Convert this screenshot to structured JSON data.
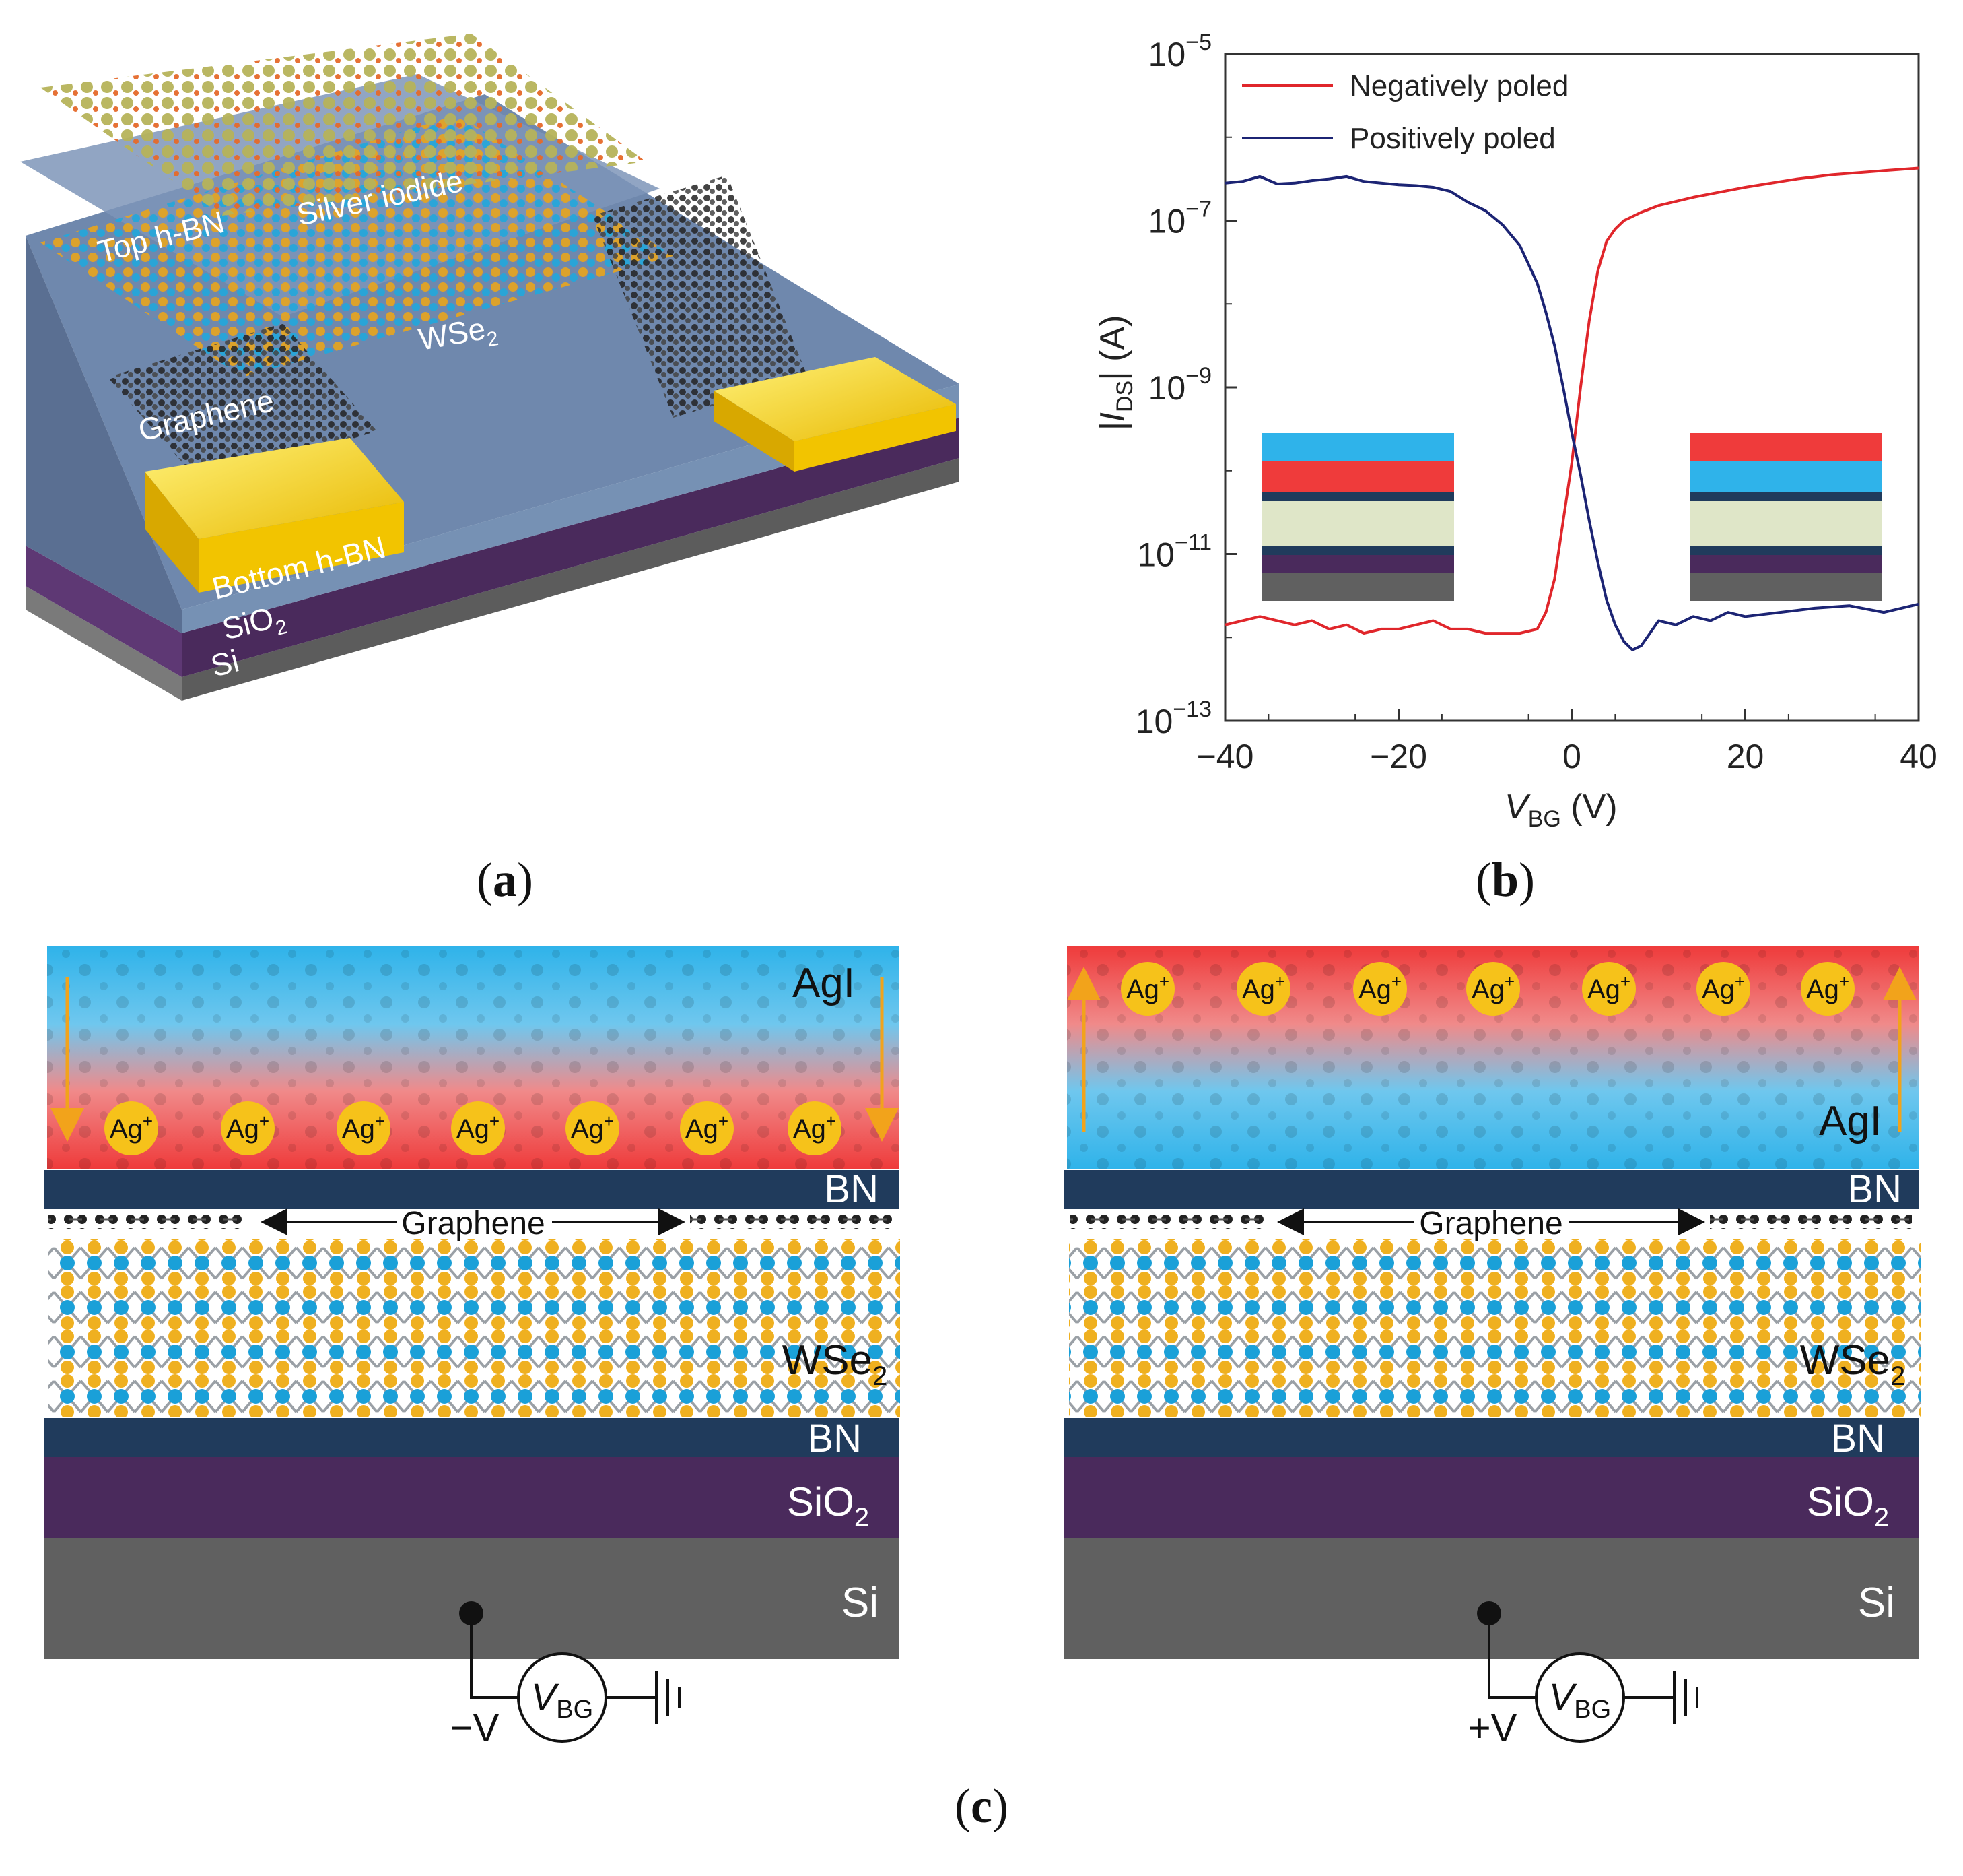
{
  "panel_a": {
    "layers": {
      "top_hbn": "Top h-BN",
      "silver_iodide": "Silver iodide",
      "wse2": "WSe",
      "wse2_sub": "2",
      "graphene": "Graphene",
      "bottom_hbn": "Bottom h-BN",
      "sio2": "SiO",
      "sio2_sub": "2",
      "si": "Si"
    },
    "caption": {
      "open": "(",
      "letter": "a",
      "close": ")"
    }
  },
  "panel_b": {
    "caption": {
      "open": "(",
      "letter": "b",
      "close": ")"
    },
    "chart_data": {
      "type": "line",
      "xlabel": "V",
      "xlabel_sub": "BG",
      "xlabel_unit": " (V)",
      "ylabel": "|I",
      "ylabel_sub": "DS",
      "ylabel_unit": "| (A)",
      "xlim": [
        -40,
        40
      ],
      "ylim_log10": [
        -13,
        -5
      ],
      "log_y": true,
      "x_ticks": [
        -40,
        -20,
        0,
        20,
        40
      ],
      "x_tick_labels": [
        "−40",
        "−20",
        "0",
        "20",
        "40"
      ],
      "y_ticks_log10": [
        -13,
        -11,
        -9,
        -7,
        -5
      ],
      "y_tick_base": "10",
      "y_tick_exps": [
        "−13",
        "−11",
        "−9",
        "−7",
        "−5"
      ],
      "legend_position": "top-left",
      "series": [
        {
          "name": "Negatively poled",
          "color": "#e0262b",
          "x": [
            -40,
            -36,
            -32,
            -30,
            -28,
            -26,
            -24,
            -22,
            -20,
            -18,
            -16,
            -14,
            -12,
            -10,
            -8,
            -6,
            -4,
            -3,
            -2,
            -1,
            0,
            1,
            2,
            3,
            4,
            5,
            6,
            8,
            10,
            14,
            20,
            26,
            30,
            36,
            40
          ],
          "log10_y": [
            -11.85,
            -11.75,
            -11.85,
            -11.8,
            -11.9,
            -11.85,
            -11.95,
            -11.9,
            -11.9,
            -11.85,
            -11.8,
            -11.9,
            -11.9,
            -11.95,
            -11.95,
            -11.95,
            -11.9,
            -11.7,
            -11.3,
            -10.6,
            -9.9,
            -9.0,
            -8.2,
            -7.6,
            -7.25,
            -7.1,
            -7.0,
            -6.9,
            -6.82,
            -6.72,
            -6.6,
            -6.5,
            -6.45,
            -6.4,
            -6.37
          ]
        },
        {
          "name": "Positively poled",
          "color": "#1c2474",
          "x": [
            -40,
            -38,
            -36,
            -34,
            -32,
            -30,
            -28,
            -26,
            -24,
            -22,
            -20,
            -18,
            -16,
            -14,
            -12,
            -10,
            -8,
            -6,
            -4,
            -3,
            -2,
            -1,
            0,
            1,
            2,
            3,
            4,
            5,
            6,
            7,
            8,
            9,
            10,
            12,
            14,
            16,
            18,
            20,
            24,
            28,
            32,
            36,
            40
          ],
          "log10_y": [
            -6.55,
            -6.53,
            -6.47,
            -6.56,
            -6.55,
            -6.52,
            -6.5,
            -6.47,
            -6.53,
            -6.55,
            -6.57,
            -6.58,
            -6.6,
            -6.65,
            -6.78,
            -6.88,
            -7.05,
            -7.3,
            -7.75,
            -8.1,
            -8.5,
            -9.0,
            -9.55,
            -10.05,
            -10.6,
            -11.1,
            -11.55,
            -11.85,
            -12.05,
            -12.15,
            -12.1,
            -11.95,
            -11.8,
            -11.85,
            -11.75,
            -11.8,
            -11.7,
            -11.75,
            -11.7,
            -11.65,
            -11.62,
            -11.7,
            -11.6
          ]
        }
      ]
    }
  },
  "panel_c": {
    "caption": {
      "open": "(",
      "letter": "c",
      "close": ")"
    },
    "ion": "Ag",
    "ion_charge": "+",
    "agi": "AgI",
    "bn": "BN",
    "graphene": "Graphene",
    "wse2": "WSe",
    "wse2_sub": "2",
    "sio2": "SiO",
    "sio2_sub": "2",
    "si": "Si",
    "vbg": "V",
    "vbg_sub": "BG",
    "left_voltage": "−V",
    "right_voltage": "+V"
  },
  "colors": {
    "red": "#e0262b",
    "blue": "#1c2474",
    "agi_blue": "#2fb3ea",
    "agi_red": "#ef3b3b",
    "bn": "#203b5c",
    "sio2": "#4a2a5c",
    "si": "#606060",
    "gold": "#f6c21a",
    "wse2_blue": "#1aa0d8",
    "wse2_gold": "#efb020"
  }
}
